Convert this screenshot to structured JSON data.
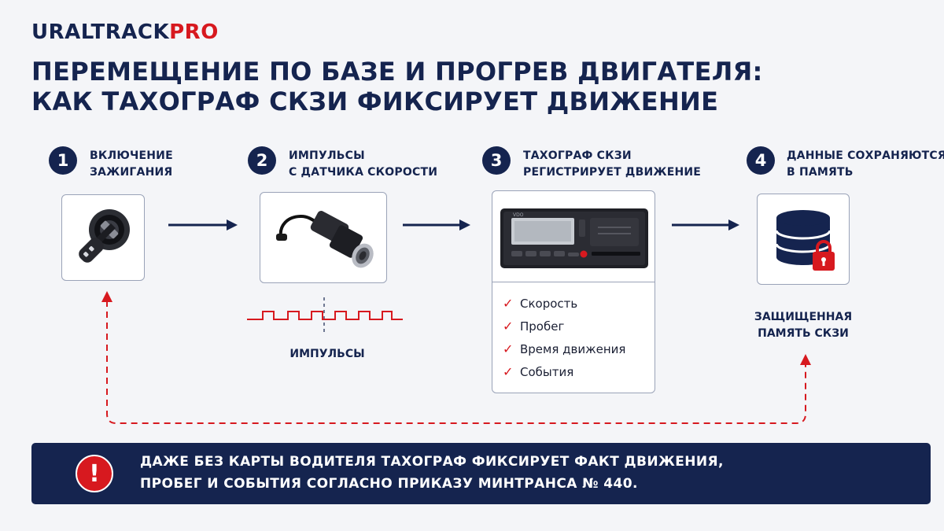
{
  "brand": {
    "name_main": "URALTRACK",
    "name_accent": "PRO"
  },
  "title": {
    "line1": "ПЕРЕМЕЩЕНИЕ ПО БАЗЕ И ПРОГРЕВ ДВИГАТЕЛЯ:",
    "line2": "КАК ТАХОГРАФ СКЗИ ФИКСИРУЕТ ДВИЖЕНИЕ"
  },
  "steps": [
    {
      "number": "1",
      "label_line1": "Включение",
      "label_line2": "зажигания",
      "icon": "ignition-key-icon"
    },
    {
      "number": "2",
      "label_line1": "Импульсы",
      "label_line2": "с датчика скорости",
      "icon": "speed-sensor-icon"
    },
    {
      "number": "3",
      "label_line1": "Тахограф СКЗИ",
      "label_line2": "регистрирует движение",
      "icon": "tachograph-icon"
    },
    {
      "number": "4",
      "label_line1": "Данные сохраняются",
      "label_line2": "в память",
      "icon": "database-lock-icon"
    }
  ],
  "pulses_label": "ИМПУЛЬСЫ",
  "tachograph": {
    "brand_mark": "VDO",
    "checklist": [
      "Скорость",
      "Пробег",
      "Время движения",
      "События"
    ]
  },
  "memory_label": {
    "line1": "ЗАЩИЩЕННАЯ",
    "line2": "ПАМЯТЬ СКЗИ"
  },
  "notice": {
    "icon": "!",
    "line1": "ДАЖЕ БЕЗ КАРТЫ ВОДИТЕЛЯ ТАХОГРАФ ФИКСИРУЕТ ФАКТ ДВИЖЕНИЯ,",
    "line2": "ПРОБЕГ И СОБЫТИЯ СОГЛАСНО ПРИКАЗУ МИНТРАНСА № 440."
  },
  "colors": {
    "navy": "#15244f",
    "red": "#d7191f",
    "background": "#f4f5f8"
  }
}
